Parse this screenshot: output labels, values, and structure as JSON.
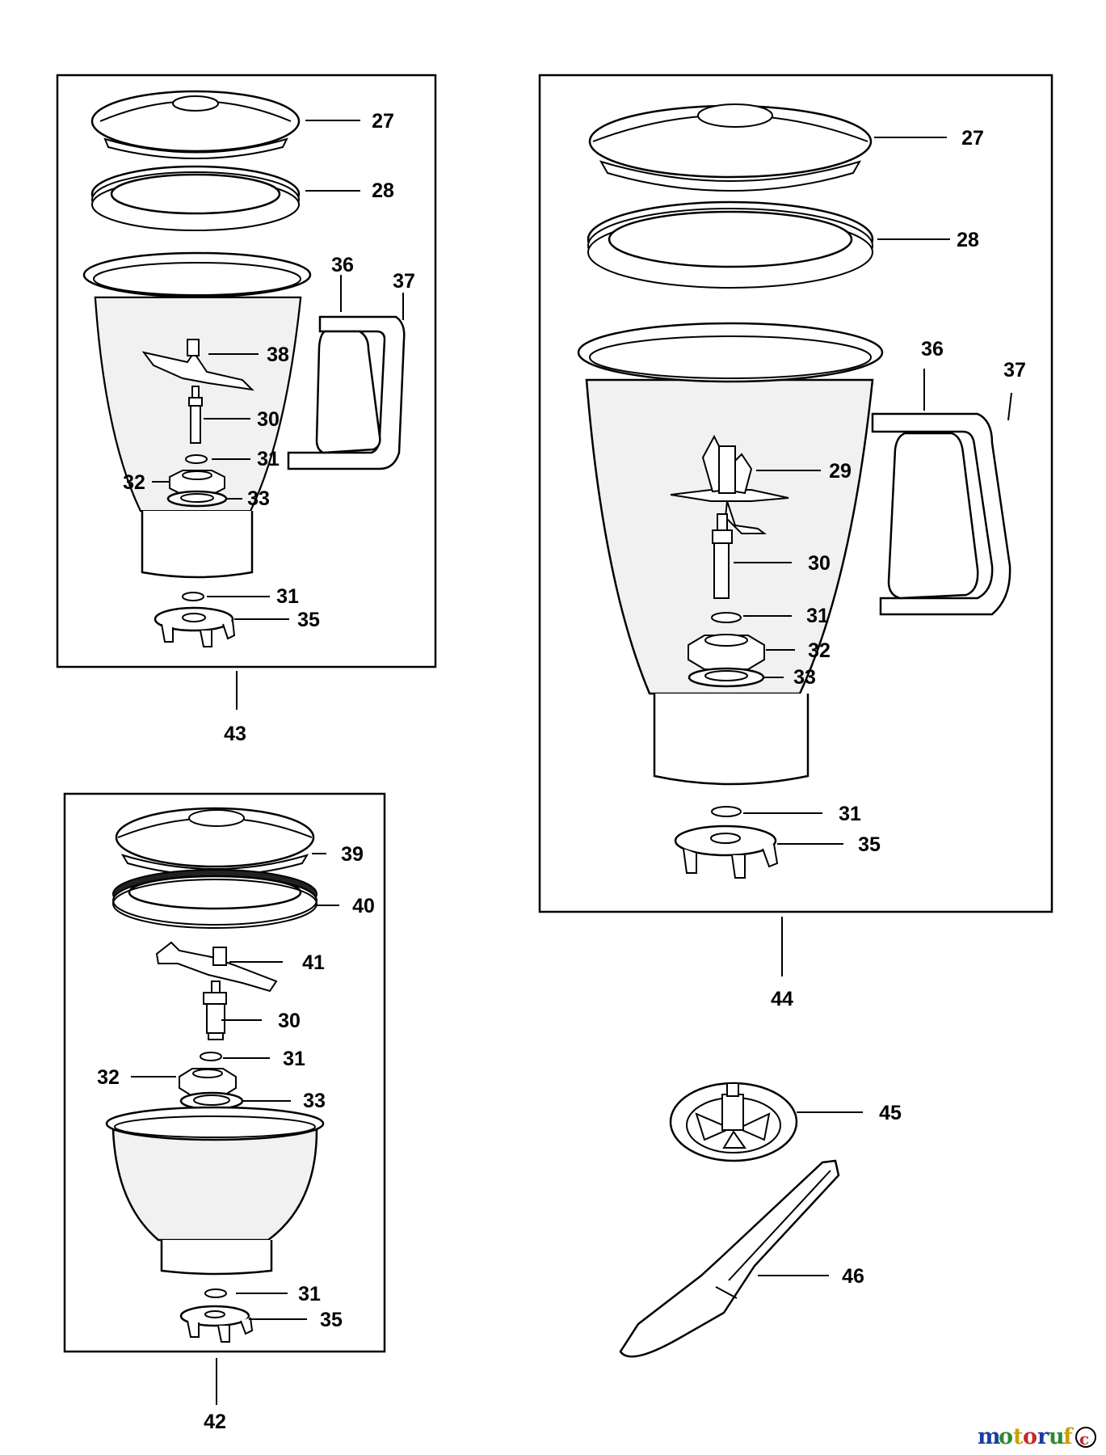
{
  "labels": {
    "a27": "27",
    "a28": "28",
    "a36": "36",
    "a37": "37",
    "a38": "38",
    "a30": "30",
    "a31": "31",
    "a32": "32",
    "a33": "33",
    "a31b": "31",
    "a35": "35",
    "a43": "43",
    "b27": "27",
    "b28": "28",
    "b36": "36",
    "b37": "37",
    "b29": "29",
    "b30": "30",
    "b31": "31",
    "b32": "32",
    "b33": "33",
    "b31b": "31",
    "b35": "35",
    "b44": "44",
    "c39": "39",
    "c40": "40",
    "c41": "41",
    "c30": "30",
    "c31": "31",
    "c32": "32",
    "c33": "33",
    "c31b": "31",
    "c35": "35",
    "c42": "42",
    "d45": "45",
    "d46": "46"
  },
  "watermark": {
    "m": "m",
    "o1": "o",
    "t": "t",
    "o2": "o",
    "r": "r",
    "u": "u",
    "f": "f",
    "c": "c"
  },
  "colors": {
    "m": "#1a3c9e",
    "o1": "#2e8b2e",
    "t": "#c9a100",
    "o2": "#c62828",
    "r": "#1a3c9e",
    "u": "#2e8b2e",
    "f": "#c9a100",
    "c": "#c62828"
  }
}
